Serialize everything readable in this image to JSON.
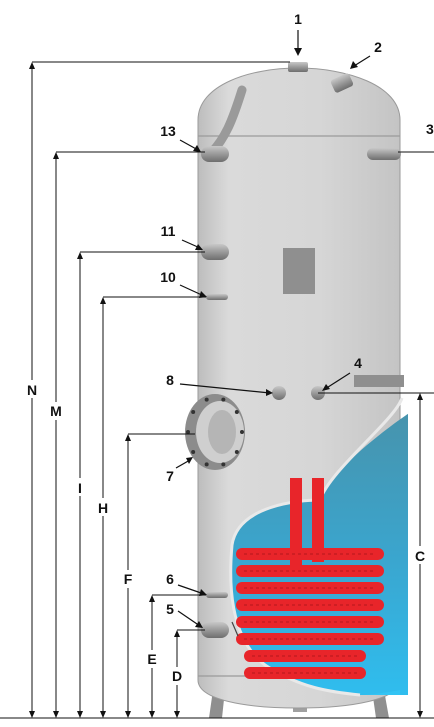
{
  "callouts": {
    "c1": "1",
    "c2": "2",
    "c3": "3",
    "c4": "4",
    "c5": "5",
    "c6": "6",
    "c7": "7",
    "c8": "8",
    "c10": "10",
    "c11": "11",
    "c13": "13"
  },
  "dimensions": {
    "N": "N",
    "M": "M",
    "I": "I",
    "H": "H",
    "F": "F",
    "E": "E",
    "D": "D",
    "C": "C"
  },
  "colors": {
    "tank": "#d7d7d7",
    "tank_shade": "#bfbfbf",
    "port": "#9a9a9a",
    "coil": "#e8252a",
    "coil_dark": "#b5181c",
    "water_top": "#3b9bb8",
    "water_bottom": "#2fb8ea",
    "line": "#111111"
  }
}
